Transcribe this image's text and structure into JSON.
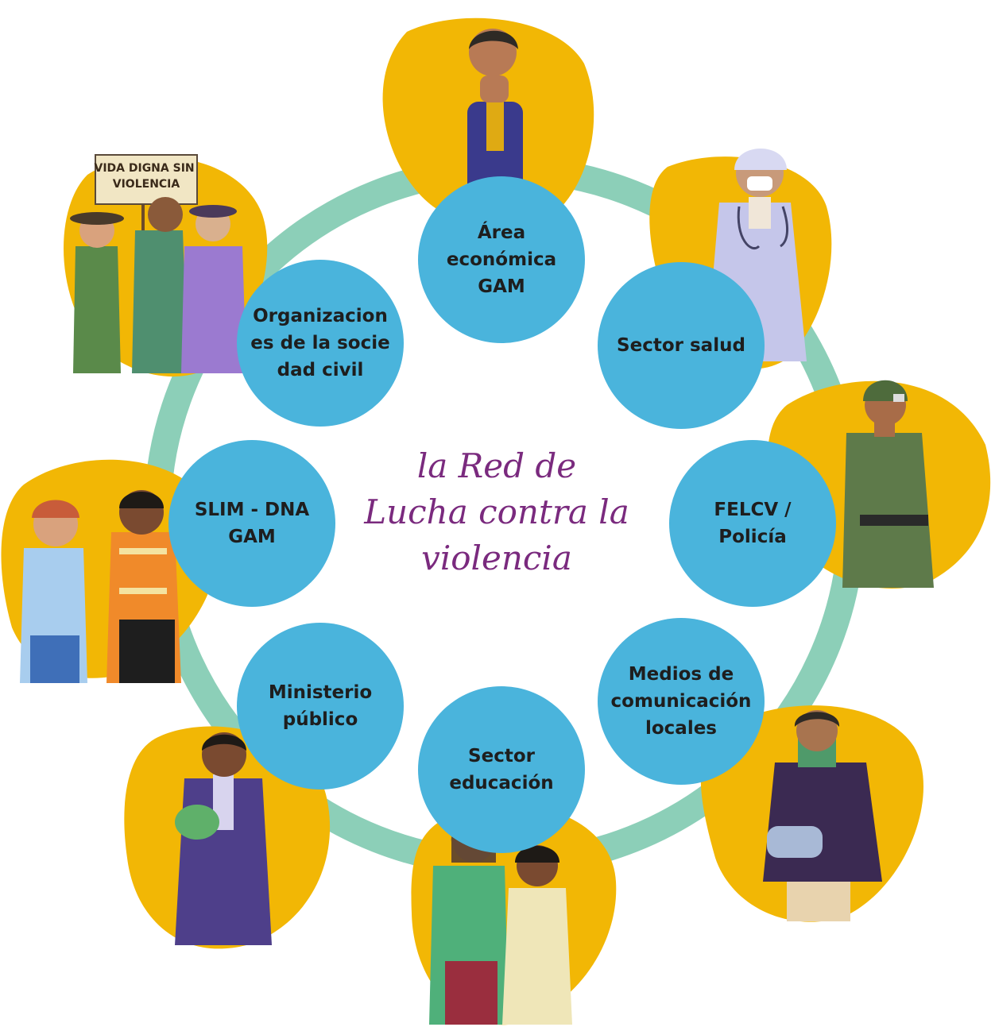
{
  "center_title": "la Red de\nLucha contra la\nviolencia",
  "colors": {
    "ring": "#8ccfb8",
    "node": "#4ab4dc",
    "blob": "#f2b705",
    "title": "#7a2a7e",
    "text": "#1e1e1e"
  },
  "nodes": {
    "area": "Área económica GAM",
    "salud": "Sector salud",
    "felcv": "FELCV / Policía",
    "medios": "Medios de comunicación locales",
    "educacion": "Sector educación",
    "ministerio": "Ministerio público",
    "slim": "SLIM - DNA GAM",
    "organizaciones": "Organizaciones de la sociedad civil"
  },
  "protest_sign": "VIDA DIGNA SIN VIOLENCIA",
  "illustrations": [
    "businessman-illustration",
    "doctor-illustration",
    "police-officer-illustration",
    "journalist-illustration",
    "students-illustration",
    "prosecutor-illustration",
    "workers-illustration",
    "protesters-illustration"
  ]
}
